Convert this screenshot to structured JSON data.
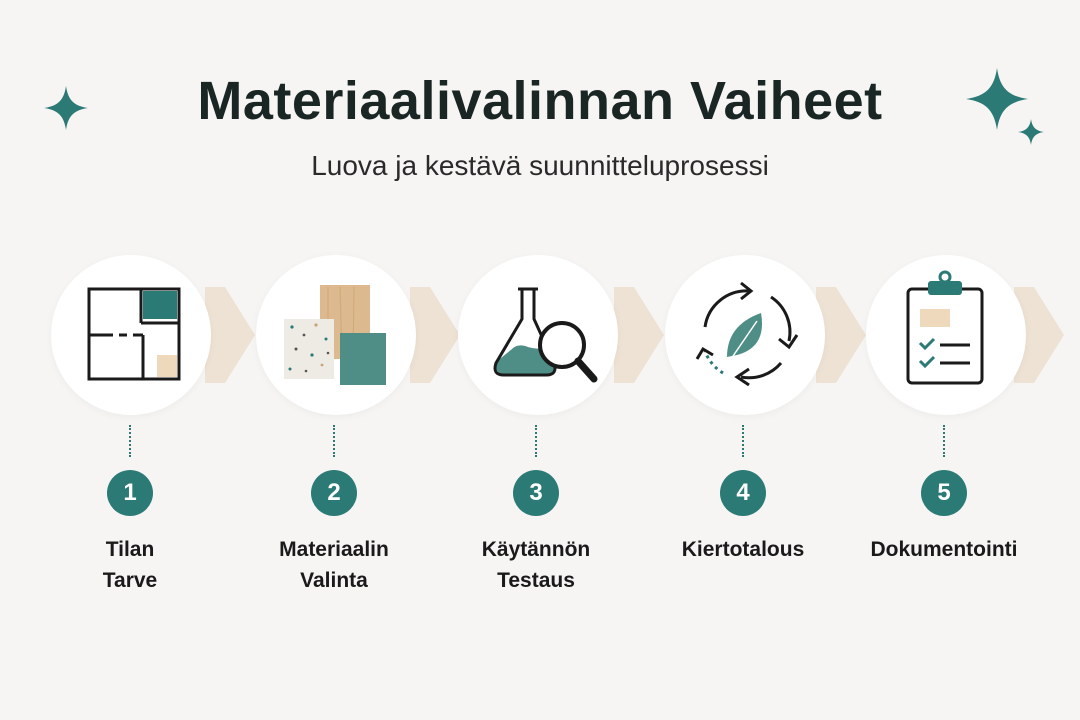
{
  "title": "Materiaalivalinnan Vaiheet",
  "subtitle": "Luova ja kestävä suunnitteluprosessi",
  "colors": {
    "accent": "#2b7a76",
    "arrow": "#ede2d4",
    "wood": "#dcb98e",
    "background": "#f6f5f3"
  },
  "steps": [
    {
      "number": "1",
      "label_lines": [
        "Tilan",
        "Tarve"
      ],
      "icon": "floor-plan-icon"
    },
    {
      "number": "2",
      "label_lines": [
        "Materiaalin",
        "Valinta"
      ],
      "icon": "material-samples-icon"
    },
    {
      "number": "3",
      "label_lines": [
        "Käytännön",
        "Testaus"
      ],
      "icon": "flask-magnifier-icon"
    },
    {
      "number": "4",
      "label_lines": [
        "Kiertotalous"
      ],
      "icon": "recycle-leaf-icon"
    },
    {
      "number": "5",
      "label_lines": [
        "Dokumentointi"
      ],
      "icon": "clipboard-checklist-icon"
    }
  ]
}
